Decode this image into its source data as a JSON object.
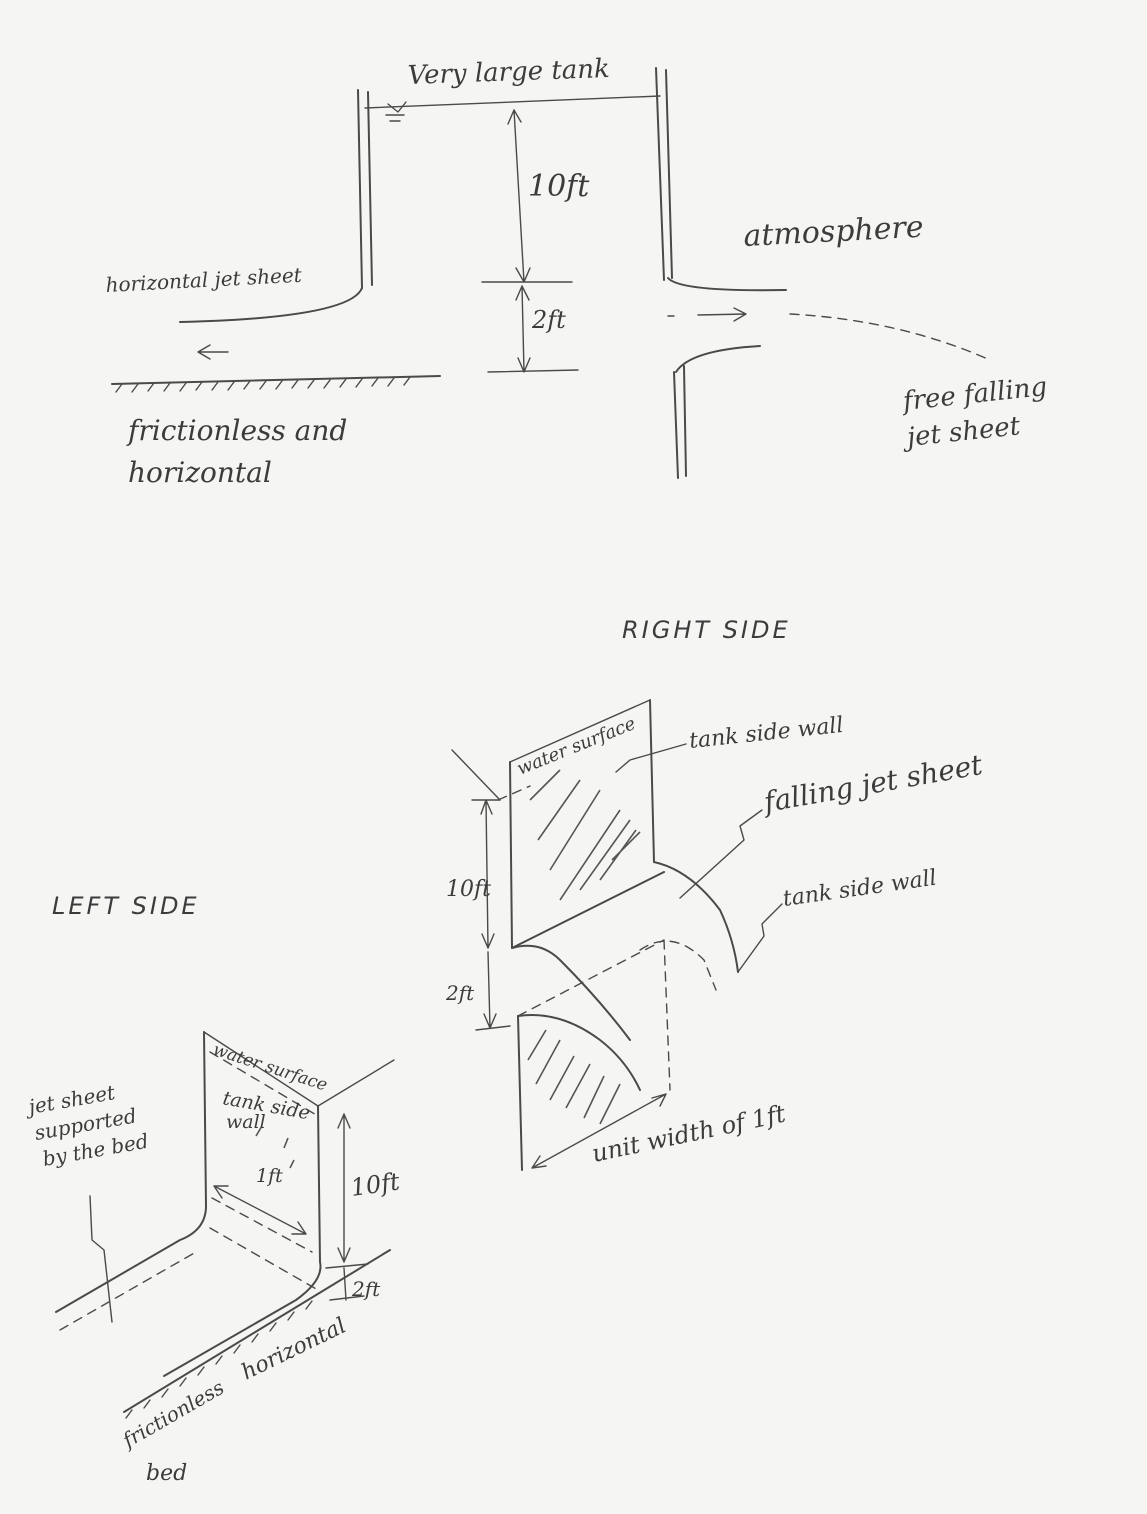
{
  "top": {
    "tank_label": "Very large tank",
    "depth_upper": "10ft",
    "depth_lower": "2ft",
    "atmosphere": "atmosphere",
    "left_jet": "horizontal jet sheet",
    "bed_line1": "frictionless and",
    "bed_line2": "horizontal",
    "free_line1": "free falling",
    "free_line2": "jet sheet"
  },
  "right": {
    "heading": "RIGHT SIDE",
    "water_surface": "water surface",
    "wall_top": "tank side wall",
    "falling_jet": "falling jet sheet",
    "wall_bottom": "tank side wall",
    "depth_upper": "10ft",
    "depth_lower": "2ft",
    "unit_width": "unit width of 1ft"
  },
  "left": {
    "heading": "LEFT SIDE",
    "water_surface": "water surface",
    "wall_line1": "tank side",
    "wall_line2": "wall",
    "width": "1ft",
    "depth_upper": "10ft",
    "depth_lower": "2ft",
    "jet_line1": "jet sheet",
    "jet_line2": "supported",
    "jet_line3": "by the bed",
    "bed_horizontal": "horizontal",
    "bed_frictionless": "frictionless",
    "bed_word": "bed"
  }
}
